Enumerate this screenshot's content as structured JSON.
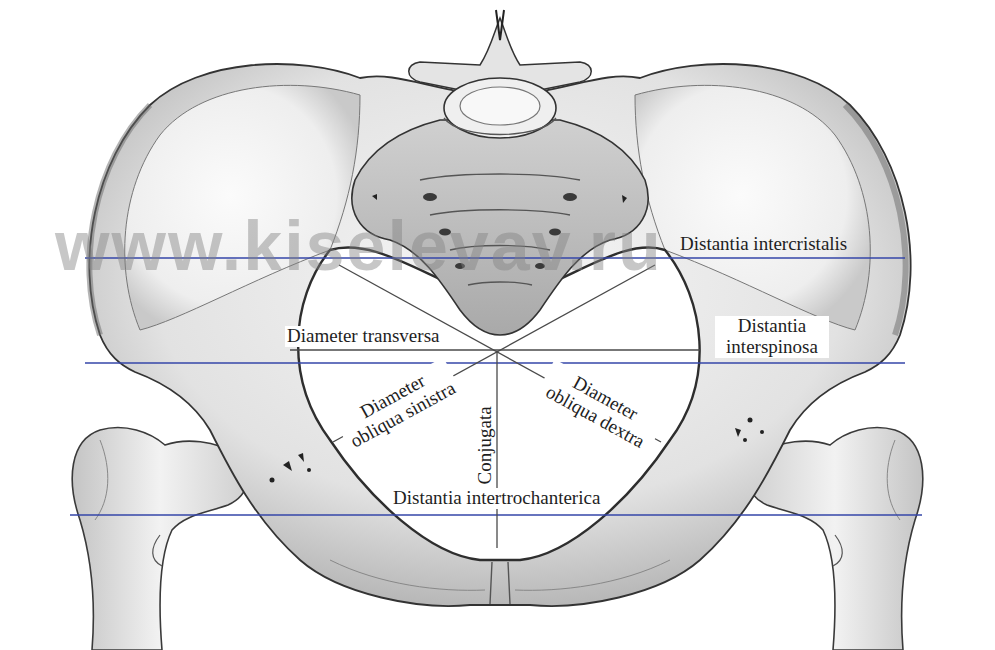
{
  "diagram": {
    "labels": [
      "Distantia intercristalis",
      "www.kiselevav.ru",
      "Diameter transversa",
      "Distantia interspinosa",
      "Diameter obliqua sinistra",
      "Diameter obliqua dextra",
      "Conjugata",
      "Distantia intertrochanterica"
    ]
  }
}
